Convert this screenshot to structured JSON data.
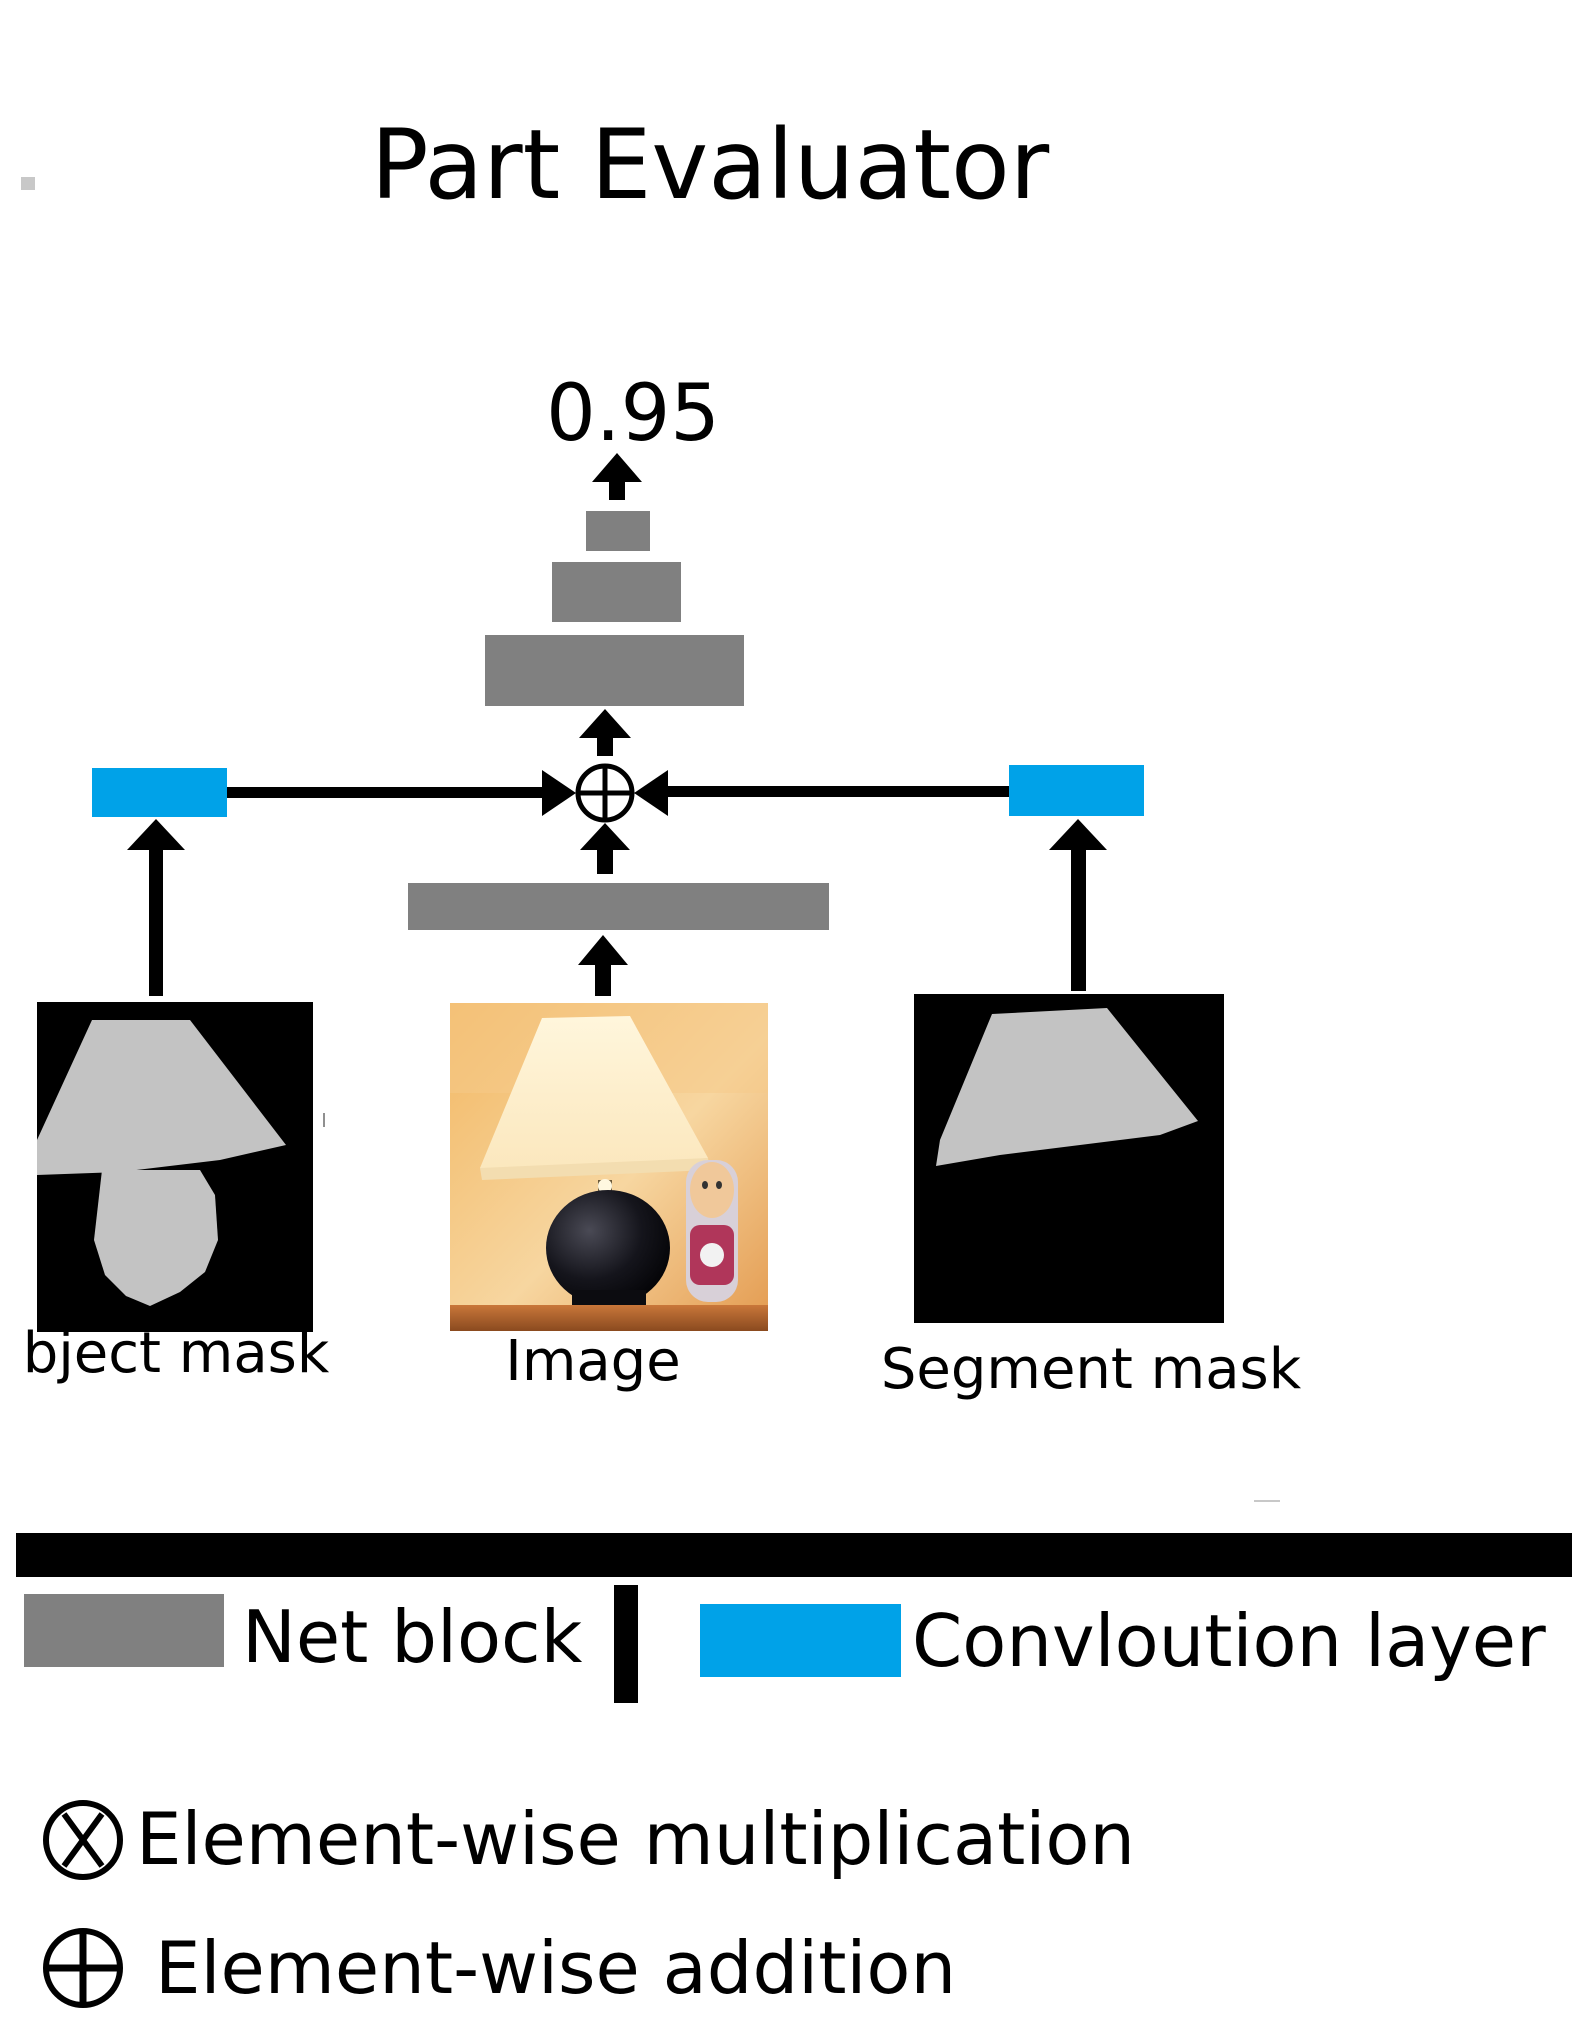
{
  "title": "Part Evaluator",
  "output_score": "0.95",
  "inputs": {
    "object_mask_label": "bject mask",
    "image_label": "Image",
    "segment_mask_label": "Segment mask"
  },
  "legend": {
    "net_block_label": "Net block",
    "conv_layer_label": "Convloution layer",
    "multiplication_label": "Element-wise multiplication",
    "addition_label": "Element-wise addition"
  },
  "colors": {
    "net_block": "#808080",
    "conv_layer": "#00a2e8",
    "mask_background": "#000000",
    "mask_foreground": "#c3c3c3",
    "arrow": "#000000"
  },
  "icons": {
    "addition": "circled-plus-icon",
    "multiplication": "circled-times-icon"
  }
}
